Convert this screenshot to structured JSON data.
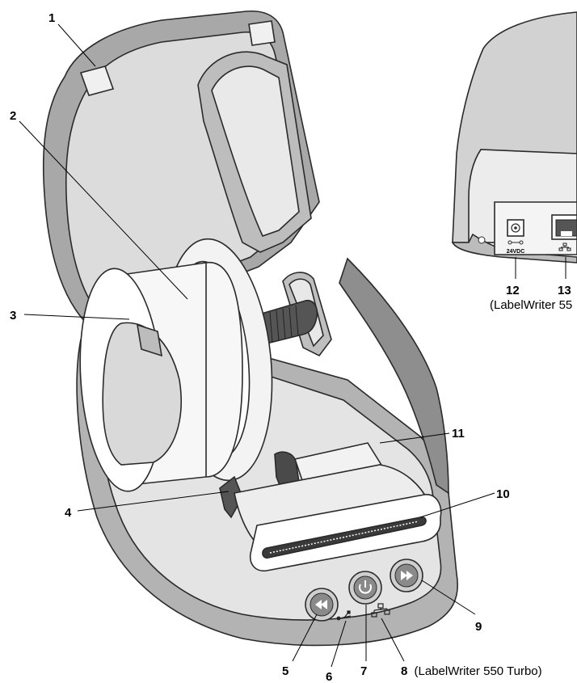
{
  "callouts": {
    "c1": "1",
    "c2": "2",
    "c3": "3",
    "c4": "4",
    "c5": "5",
    "c6": "6",
    "c7": "7",
    "c8": "8",
    "c8_note": "(LabelWriter 550 Turbo)",
    "c9": "9",
    "c10": "10",
    "c11": "11",
    "c12": "12",
    "c13": "13",
    "c13_note": "(LabelWriter 55"
  },
  "port_labels": {
    "power": "24VDC"
  },
  "colors": {
    "body_dark": "#9a9a9a",
    "body_mid": "#c6c6c6",
    "body_light": "#e6e6e6",
    "spool_white": "#f7f7f7",
    "outline": "#2a2a2a"
  },
  "icons": {
    "button_5": "label-eject-rewind-icon",
    "button_7": "power-icon",
    "button_9": "label-feed-forward-icon",
    "port_6": "usb-icon",
    "port_8": "network-icon"
  }
}
